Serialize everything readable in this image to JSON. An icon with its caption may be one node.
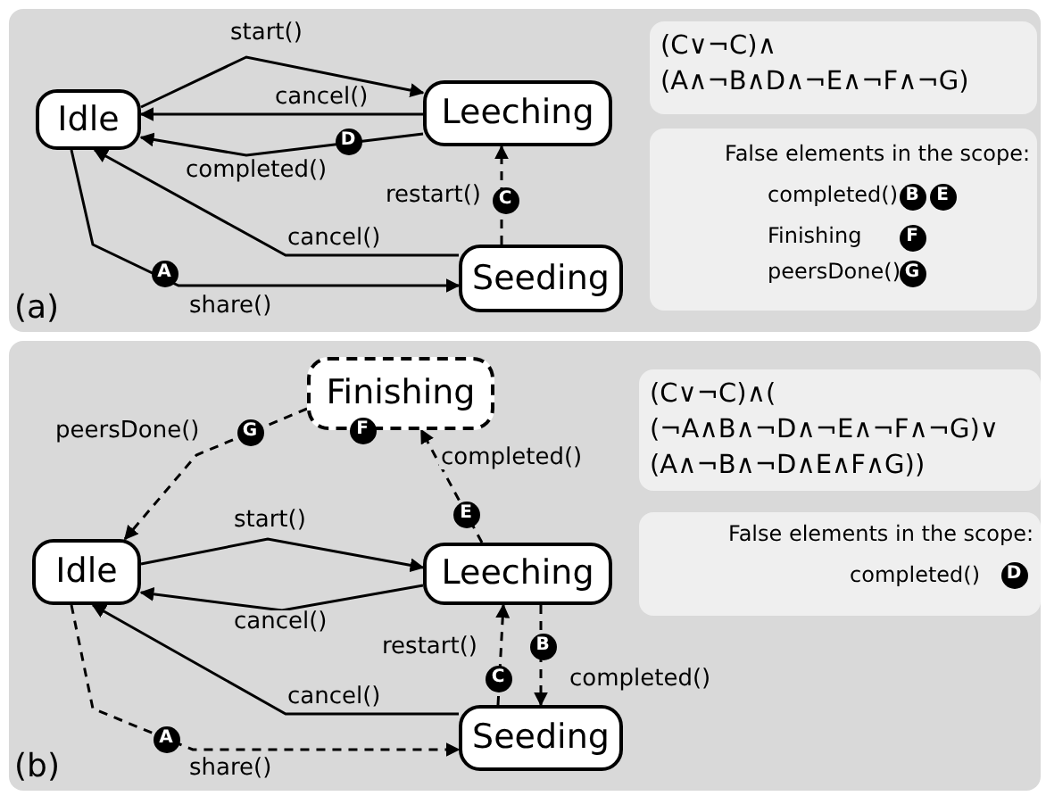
{
  "diagram": {
    "nodes": [
      {
        "text": [
          "(a)"
        ]
      },
      {
        "text": [
          "Idle"
        ],
        "in": 0
      },
      {
        "text": [
          "Leeching"
        ],
        "in": 0
      },
      {
        "text": [
          "Seeding"
        ],
        "in": 0
      },
      {
        "text": [
          "(C∨¬C)∧ (A∧¬B∧D∧¬E∧¬F∧¬G)"
        ],
        "in": 0
      },
      {
        "text": [
          "False elements in the scope:",
          "completed()",
          "Finishing",
          "peersDone()"
        ],
        "in": 0
      },
      {
        "text": [
          "(b)"
        ]
      },
      {
        "text": [
          "Finishing"
        ],
        "in": 6
      },
      {
        "text": [
          "Idle"
        ],
        "in": 6
      },
      {
        "text": [
          "Leeching"
        ],
        "in": 6
      },
      {
        "text": [
          "Seeding"
        ],
        "in": 6
      },
      {
        "text": [
          "(C∨¬C)∧( (¬A∧B∧¬D∧¬E∧¬F∧¬G)∨ (A∧¬B∧¬D∧E∧F∧G))"
        ],
        "in": 6
      },
      {
        "text": [
          "False elements in the scope:",
          "completed()"
        ],
        "in": 6
      }
    ],
    "edges": [
      {
        "from": 1,
        "to": 2,
        "arrow": "to",
        "label": "start()"
      },
      {
        "from": 2,
        "to": 1,
        "arrow": "to",
        "label": "cancel()"
      },
      {
        "from": 2,
        "to": 1,
        "arrow": "to",
        "label": "completed()"
      },
      {
        "from": 3,
        "to": 2,
        "arrow": "to",
        "label": "restart()",
        "style": "dashed"
      },
      {
        "from": 3,
        "to": 1,
        "arrow": "to",
        "label": "cancel()"
      },
      {
        "from": 1,
        "to": 3,
        "arrow": "to",
        "label": "share()"
      },
      {
        "from": 7,
        "to": 8,
        "arrow": "to",
        "label": "peersDone()",
        "style": "dashed"
      },
      {
        "from": 8,
        "to": 9,
        "arrow": "to",
        "label": "start()"
      },
      {
        "from": 9,
        "to": 8,
        "arrow": "to",
        "label": "cancel()"
      },
      {
        "from": 10,
        "to": 8,
        "arrow": "to",
        "label": "cancel()"
      },
      {
        "from": 8,
        "to": 10,
        "arrow": "to",
        "label": "share()",
        "style": "dashed"
      },
      {
        "from": 10,
        "to": 9,
        "arrow": "to",
        "label": "restart()",
        "style": "dashed"
      },
      {
        "from": 9,
        "to": 10,
        "arrow": "to",
        "label": "completed()",
        "style": "dashed"
      },
      {
        "from": 9,
        "to": 7,
        "arrow": "to",
        "label": "completed()",
        "style": "dashed"
      }
    ],
    "labels": [
      "D",
      "C",
      "A",
      "B",
      "E",
      "F",
      "G",
      "G",
      "F",
      "E",
      "D",
      "B",
      "C",
      "A"
    ]
  }
}
